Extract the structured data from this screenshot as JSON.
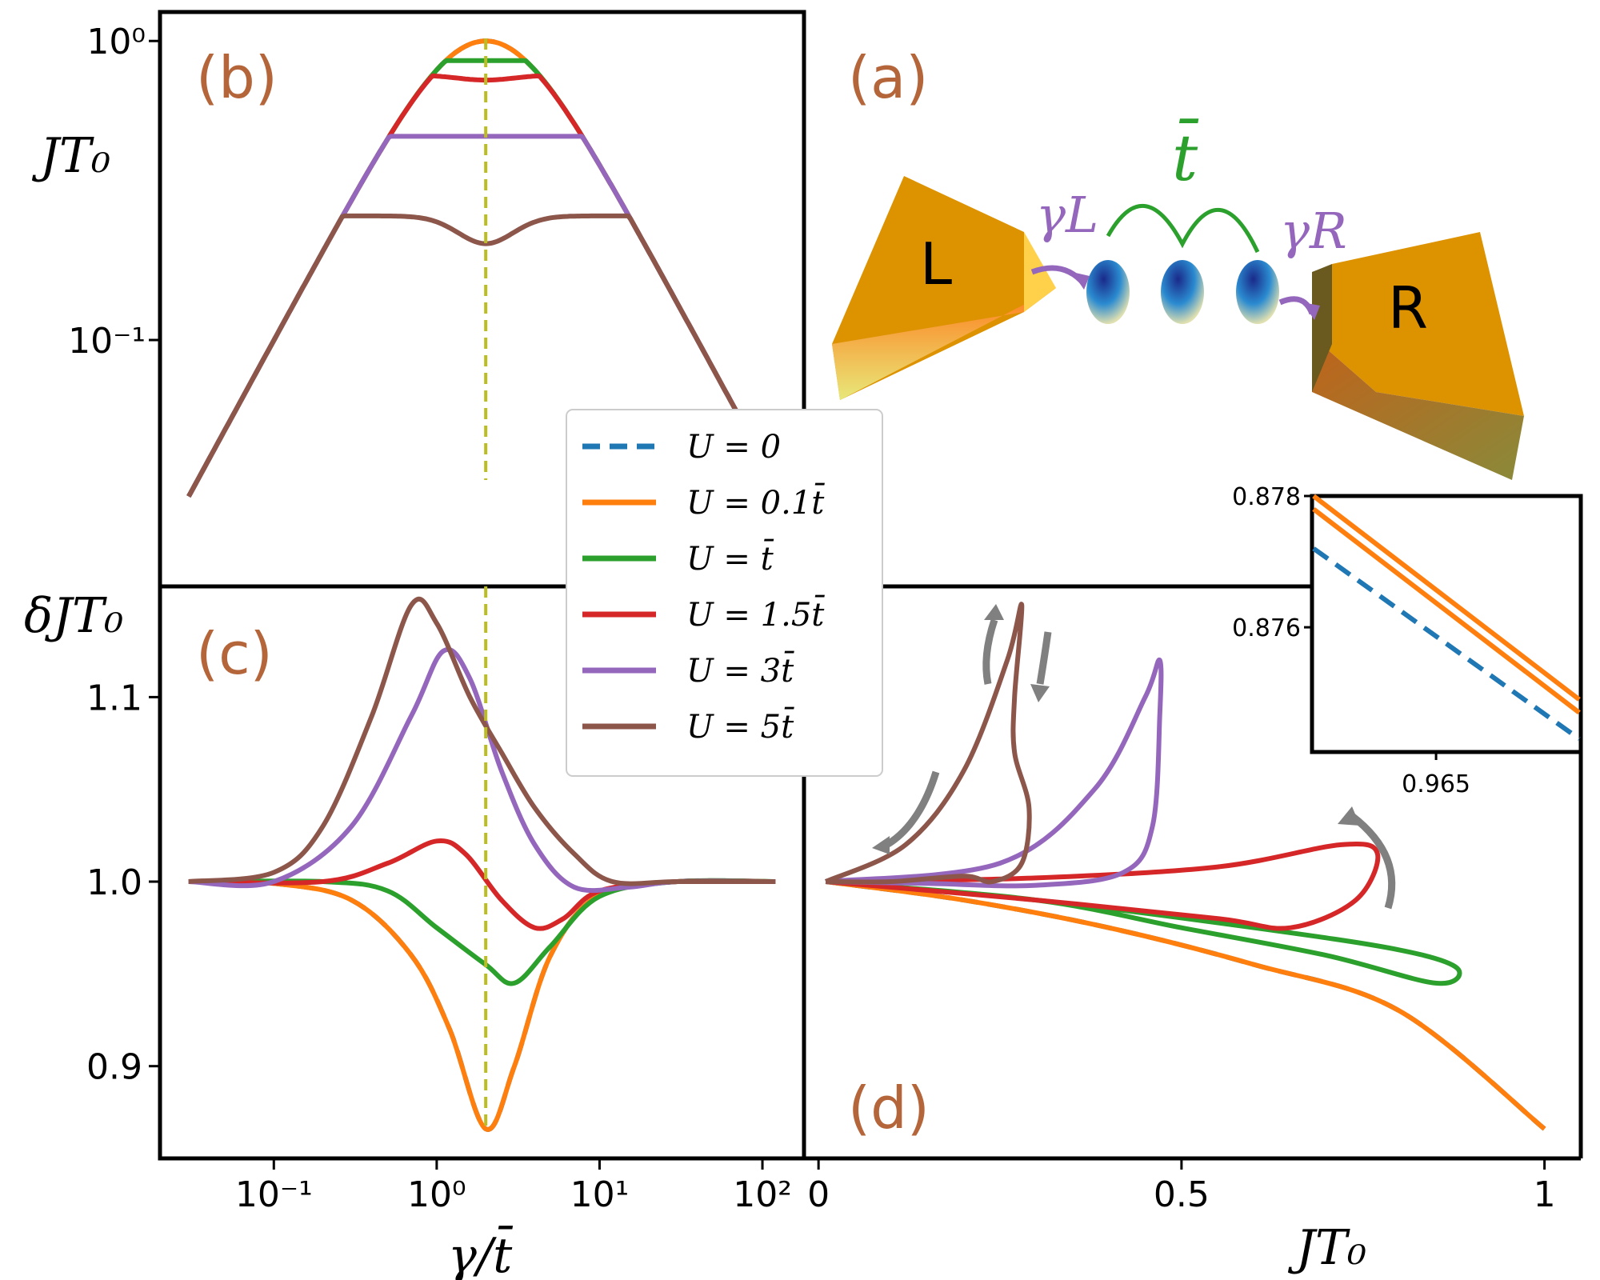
{
  "chart_data": [
    {
      "panel": "(b)",
      "type": "line",
      "xscale": "log",
      "yscale": "log",
      "ylabel": "JT₀",
      "xlim": [
        0.02,
        180
      ],
      "ylim": [
        0.015,
        1.25
      ],
      "x_ticks": [
        "10⁻¹",
        "10⁰",
        "10¹",
        "10²"
      ],
      "y_ticks": [
        "10⁰",
        "10⁻¹"
      ],
      "vline_x": 2,
      "vline_color": "#bcbd22",
      "series": [
        {
          "name": "U = 0",
          "color": "#1f77b4",
          "dashed": true,
          "peak": 1.0,
          "dip": 1.0
        },
        {
          "name": "U = 0.1t̄",
          "color": "#ff7f0e",
          "dashed": false,
          "peak": 1.0,
          "dip": 1.0
        },
        {
          "name": "U = t̄",
          "color": "#2ca02c",
          "dashed": false,
          "peak": 0.86,
          "dip": 0.86
        },
        {
          "name": "U = 1.5t̄",
          "color": "#d62728",
          "dashed": false,
          "peak": 0.77,
          "dip": 0.74
        },
        {
          "name": "U = 3t̄",
          "color": "#9467bd",
          "dashed": false,
          "peak": 0.48,
          "dip": 0.48
        },
        {
          "name": "U = 5t̄",
          "color": "#8c564b",
          "dashed": false,
          "peak": 0.26,
          "dip": 0.21
        }
      ]
    },
    {
      "panel": "(c)",
      "type": "line",
      "xscale": "log",
      "ylabel": "δJT₀",
      "xlabel": "γ/t̄",
      "xlim": [
        0.02,
        180
      ],
      "ylim": [
        0.85,
        1.16
      ],
      "x_ticks": [
        "10⁻¹",
        "10⁰",
        "10¹",
        "10²"
      ],
      "y_ticks": [
        "1.1",
        "1.0",
        "0.9"
      ],
      "vline_x": 2,
      "series": [
        {
          "name": "U = 0",
          "points": [
            [
              0.03,
              1.0
            ],
            [
              0.1,
              0.999
            ],
            [
              0.3,
              0.99
            ],
            [
              0.7,
              0.96
            ],
            [
              1.2,
              0.92
            ],
            [
              2,
              0.866
            ],
            [
              3,
              0.9
            ],
            [
              5,
              0.96
            ],
            [
              10,
              0.993
            ],
            [
              30,
              1.0
            ],
            [
              120,
              1.0
            ]
          ]
        },
        {
          "name": "U = 0.1t̄",
          "points": [
            [
              0.03,
              1.0
            ],
            [
              0.1,
              0.999
            ],
            [
              0.3,
              0.99
            ],
            [
              0.7,
              0.96
            ],
            [
              1.2,
              0.92
            ],
            [
              2,
              0.866
            ],
            [
              3,
              0.9
            ],
            [
              5,
              0.96
            ],
            [
              10,
              0.993
            ],
            [
              30,
              1.0
            ],
            [
              120,
              1.0
            ]
          ]
        },
        {
          "name": "U = t̄",
          "points": [
            [
              0.03,
              1.0
            ],
            [
              0.2,
              1.0
            ],
            [
              0.5,
              0.995
            ],
            [
              1,
              0.975
            ],
            [
              2,
              0.955
            ],
            [
              3,
              0.945
            ],
            [
              5,
              0.965
            ],
            [
              10,
              0.992
            ],
            [
              30,
              1.0
            ],
            [
              120,
              1.0
            ]
          ]
        },
        {
          "name": "U = 1.5t̄",
          "points": [
            [
              0.03,
              1.0
            ],
            [
              0.2,
              1.0
            ],
            [
              0.5,
              1.01
            ],
            [
              1,
              1.022
            ],
            [
              1.5,
              1.015
            ],
            [
              2.5,
              0.99
            ],
            [
              4,
              0.975
            ],
            [
              6,
              0.98
            ],
            [
              10,
              0.995
            ],
            [
              30,
              1.0
            ],
            [
              120,
              1.0
            ]
          ]
        },
        {
          "name": "U = 3t̄",
          "points": [
            [
              0.03,
              1.0
            ],
            [
              0.1,
              1.0
            ],
            [
              0.3,
              1.03
            ],
            [
              0.7,
              1.09
            ],
            [
              1.1,
              1.125
            ],
            [
              1.6,
              1.11
            ],
            [
              2.5,
              1.06
            ],
            [
              4,
              1.02
            ],
            [
              7,
              0.997
            ],
            [
              15,
              0.997
            ],
            [
              30,
              1.0
            ],
            [
              120,
              1.0
            ]
          ]
        },
        {
          "name": "U = 5t̄",
          "points": [
            [
              0.03,
              1.0
            ],
            [
              0.1,
              1.005
            ],
            [
              0.2,
              1.03
            ],
            [
              0.4,
              1.09
            ],
            [
              0.7,
              1.15
            ],
            [
              1.0,
              1.14
            ],
            [
              1.6,
              1.1
            ],
            [
              2.5,
              1.07
            ],
            [
              4,
              1.04
            ],
            [
              7,
              1.015
            ],
            [
              12,
              1.0
            ],
            [
              30,
              1.0
            ],
            [
              120,
              1.0
            ]
          ]
        }
      ]
    },
    {
      "panel": "(d)",
      "type": "line",
      "xlabel": "JT₀",
      "xlim": [
        -0.02,
        1.05
      ],
      "ylim": [
        0.85,
        1.16
      ],
      "x_ticks": [
        "0",
        "0.5",
        "1"
      ],
      "series": [
        {
          "name": "U = 0",
          "points": [
            [
              0.01,
              1.0
            ],
            [
              0.2,
              0.99
            ],
            [
              0.4,
              0.975
            ],
            [
              0.6,
              0.955
            ],
            [
              0.8,
              0.93
            ],
            [
              1.0,
              0.866
            ]
          ]
        },
        {
          "name": "U = 0.1t̄",
          "points": [
            [
              0.01,
              1.0
            ],
            [
              0.2,
              0.99
            ],
            [
              0.4,
              0.975
            ],
            [
              0.6,
              0.955
            ],
            [
              0.8,
              0.93
            ],
            [
              1.0,
              0.866
            ]
          ]
        },
        {
          "name": "U = t̄",
          "points": [
            [
              0.01,
              1.0
            ],
            [
              0.3,
              0.99
            ],
            [
              0.6,
              0.975
            ],
            [
              0.8,
              0.963
            ],
            [
              0.88,
              0.953
            ],
            [
              0.85,
              0.945
            ],
            [
              0.7,
              0.96
            ],
            [
              0.5,
              0.975
            ],
            [
              0.3,
              0.99
            ],
            [
              0.01,
              1.0
            ]
          ]
        },
        {
          "name": "U = 1.5t̄",
          "points": [
            [
              0.01,
              1.0
            ],
            [
              0.3,
              1.002
            ],
            [
              0.55,
              1.008
            ],
            [
              0.72,
              1.02
            ],
            [
              0.77,
              1.015
            ],
            [
              0.74,
              0.99
            ],
            [
              0.65,
              0.975
            ],
            [
              0.55,
              0.98
            ],
            [
              0.3,
              0.99
            ],
            [
              0.01,
              1.0
            ]
          ]
        },
        {
          "name": "U = 3t̄",
          "points": [
            [
              0.01,
              1.0
            ],
            [
              0.25,
              1.01
            ],
            [
              0.38,
              1.05
            ],
            [
              0.45,
              1.1
            ],
            [
              0.47,
              1.12
            ],
            [
              0.47,
              1.09
            ],
            [
              0.46,
              1.03
            ],
            [
              0.42,
              1.005
            ],
            [
              0.3,
              0.998
            ],
            [
              0.15,
              0.999
            ],
            [
              0.01,
              1.0
            ]
          ]
        },
        {
          "name": "U = 5t̄",
          "points": [
            [
              0.01,
              1.0
            ],
            [
              0.12,
              1.02
            ],
            [
              0.2,
              1.06
            ],
            [
              0.26,
              1.12
            ],
            [
              0.28,
              1.15
            ],
            [
              0.27,
              1.1
            ],
            [
              0.27,
              1.07
            ],
            [
              0.29,
              1.04
            ],
            [
              0.28,
              1.01
            ],
            [
              0.24,
              1.0
            ],
            [
              0.2,
              1.003
            ],
            [
              0.1,
              1.0
            ],
            [
              0.01,
              1.0
            ]
          ]
        }
      ],
      "inset": {
        "x_ticks": [
          "0.965"
        ],
        "y_ticks": [
          "0.878",
          "0.876"
        ],
        "xlim": [
          0.962,
          0.9685
        ],
        "ylim": [
          0.8741,
          0.878
        ]
      }
    }
  ],
  "panel_labels": {
    "a": "(a)",
    "b": "(b)",
    "c": "(c)",
    "d": "(d)"
  },
  "legend": [
    "U = 0",
    "U = 0.1t̄",
    "U = t̄",
    "U = 1.5t̄",
    "U = 3t̄",
    "U = 5t̄"
  ],
  "schematic": {
    "left_lead": "L",
    "right_lead": "R",
    "hopping": "t̄",
    "gamma_left": "γL",
    "gamma_right": "γR"
  },
  "colors": {
    "u0": "#1f77b4",
    "u01": "#ff7f0e",
    "u1": "#2ca02c",
    "u15": "#d62728",
    "u3": "#9467bd",
    "u5": "#8c564b",
    "label": "#b5653a",
    "arrow": "#808080"
  }
}
